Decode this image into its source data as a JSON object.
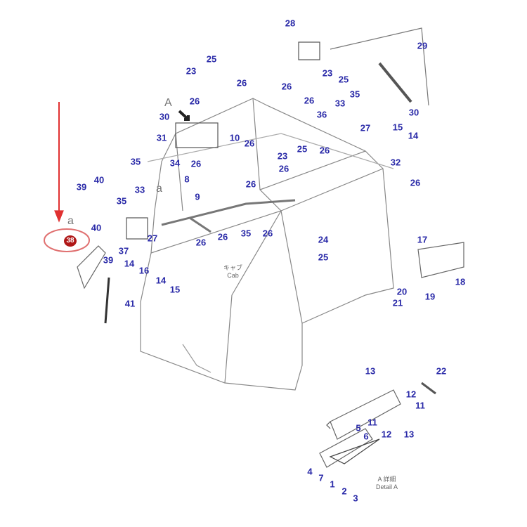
{
  "title": "Cab parts diagram",
  "callouts": [
    "28",
    "29",
    "25",
    "23",
    "23",
    "25",
    "26",
    "26",
    "26",
    "35",
    "33",
    "36",
    "30",
    "26",
    "30",
    "15",
    "14",
    "27",
    "31",
    "10",
    "26",
    "25",
    "26",
    "23",
    "35",
    "34",
    "26",
    "32",
    "26",
    "26",
    "8",
    "26",
    "40",
    "39",
    "9",
    "35",
    "33",
    "40",
    "26",
    "26",
    "35",
    "26",
    "27",
    "17",
    "24",
    "37",
    "39",
    "14",
    "16",
    "25",
    "14",
    "15",
    "18",
    "20",
    "19",
    "21",
    "41",
    "13",
    "22",
    "12",
    "11",
    "11",
    "12",
    "13",
    "5",
    "6",
    "4",
    "7",
    "1",
    "2",
    "3"
  ],
  "highlighted_part": "38",
  "view_marker": "A",
  "ref_marks": [
    "a",
    "a"
  ],
  "cab_label_jp": "キャブ",
  "cab_label_en": "Cab",
  "detail_label_jp": "A 詳細",
  "detail_label_en": "Detail A",
  "colors": {
    "callout": "#2a2aa8",
    "highlight": "#b01818",
    "arrow": "#e03030"
  }
}
